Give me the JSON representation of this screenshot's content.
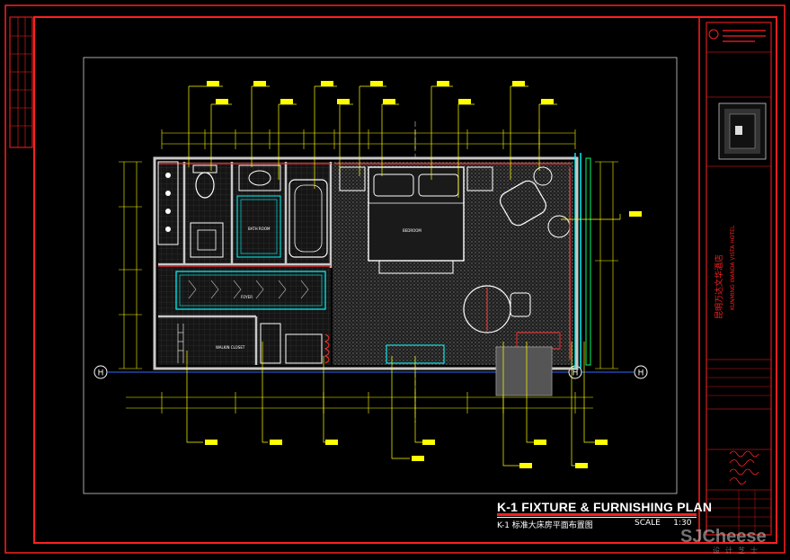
{
  "drawing": {
    "title": "K-1 FIXTURE & FURNISHING PLAN",
    "subtitle": "K-1 标准大床房平面布置图",
    "scale_label": "SCALE",
    "scale_value": "1:30",
    "project_name": "昆明万达文华酒店",
    "project_name_en": "KUNMING WANDA VISTA HOTEL",
    "grid_markers": [
      "H",
      "H",
      "H"
    ]
  },
  "rooms": {
    "bath_room": "BATH ROOM",
    "bedroom": "BEDROOM",
    "walkin_closet": "WALKIN CLOSET",
    "foyer": "FOYER"
  },
  "watermark": {
    "text": "SJCheese",
    "sub": "设计芝士"
  },
  "colors": {
    "background": "#000000",
    "frame": "#ff1f1f",
    "wall": "#c8c8c8",
    "dimension": "#ffff00",
    "fixture": "#00ffff",
    "tag_fill": "#ffff00",
    "carpet": "#3a3a3a"
  }
}
